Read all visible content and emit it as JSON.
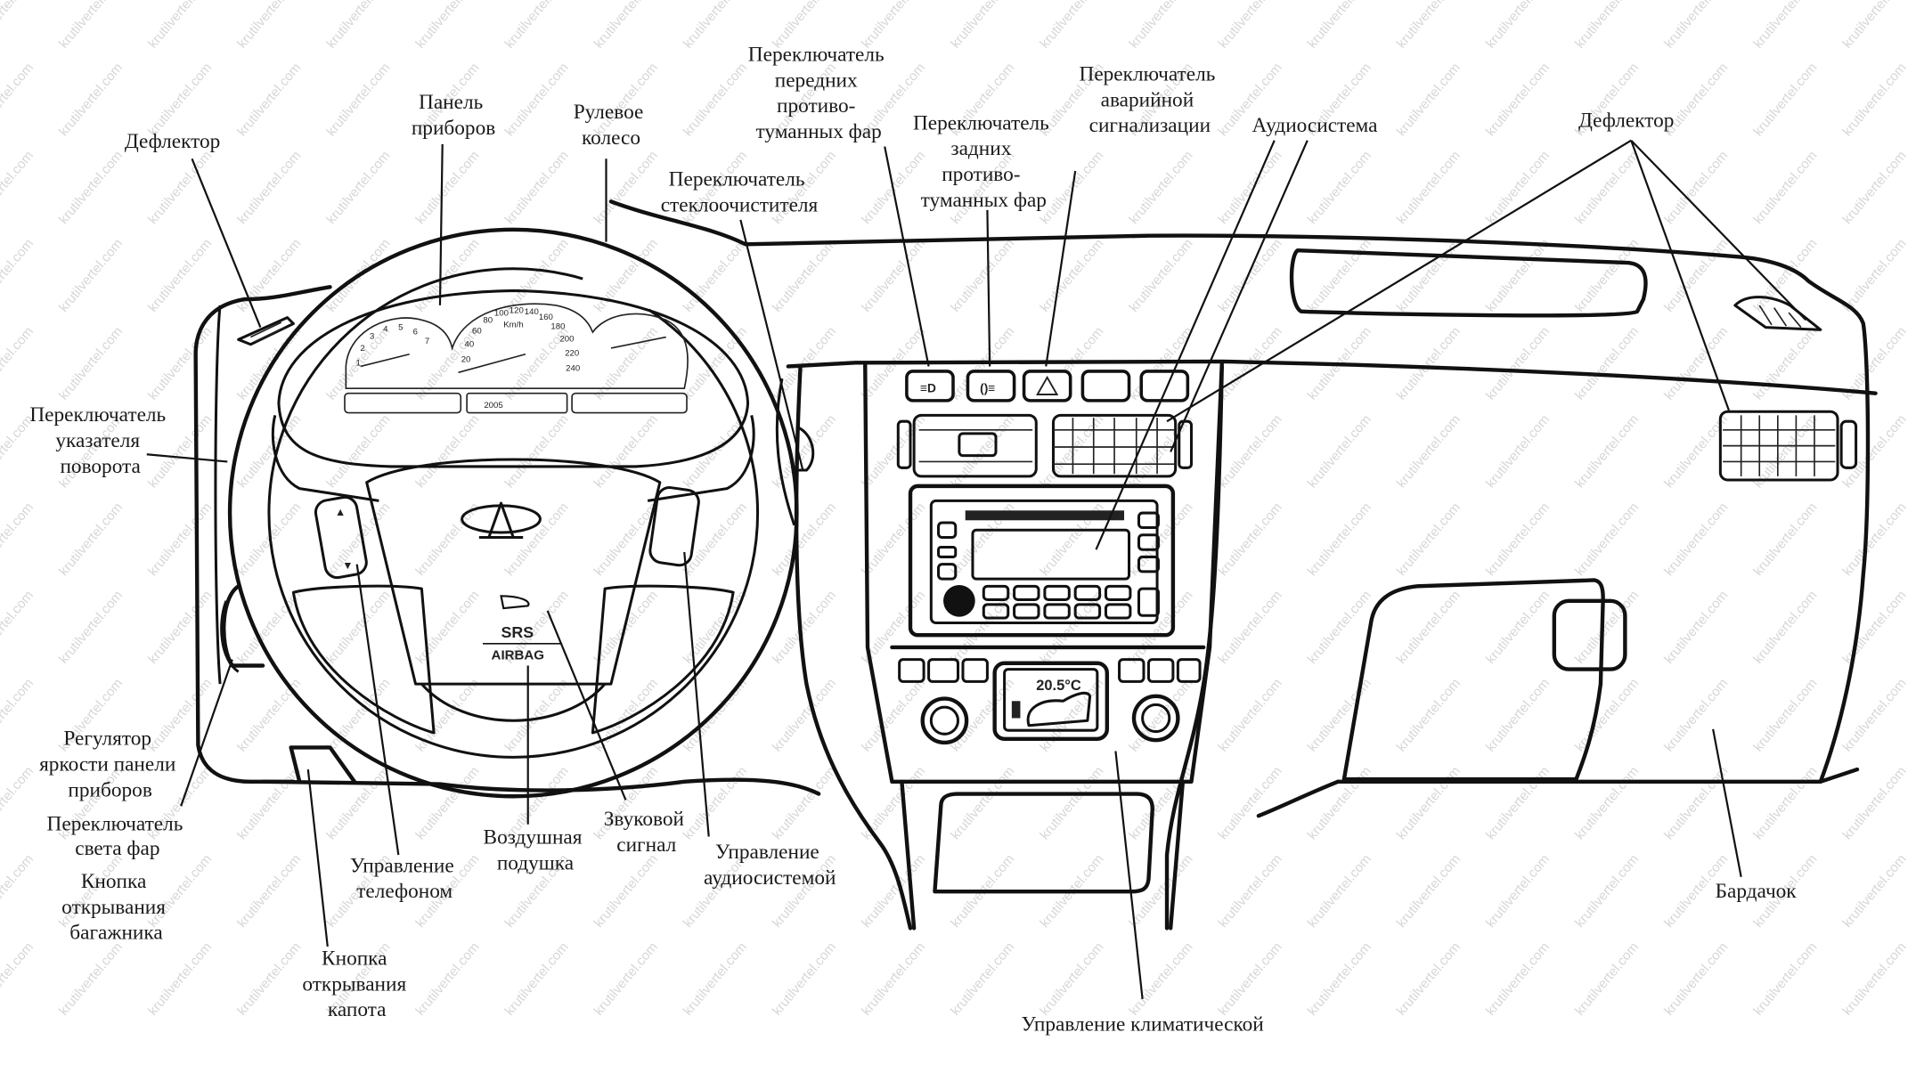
{
  "watermark": "krutilvertel.com",
  "labels": {
    "deflector_left": [
      "Дефлектор"
    ],
    "instrument_panel": [
      "Панель",
      "приборов"
    ],
    "steering_wheel": [
      "Рулевое",
      "колесо"
    ],
    "wiper_switch": [
      "Переключатель",
      "стеклоочистителя"
    ],
    "front_fog_switch": [
      "Переключатель",
      "передних",
      "противо-",
      "туманных фар"
    ],
    "rear_fog_switch": [
      "Переключатель",
      "задних",
      "противо-",
      "туманных фар"
    ],
    "hazard_switch": [
      "Переключатель",
      "аварийной",
      "сигнализации"
    ],
    "audio_system": [
      "Аудиосистема"
    ],
    "deflector_right": [
      "Дефлектор"
    ],
    "turn_signal_switch": [
      "Переключатель",
      "указателя",
      "поворота"
    ],
    "dimmer": [
      "Регулятор",
      "яркости панели",
      "приборов"
    ],
    "headlight_switch": [
      "Переключатель",
      "света фар"
    ],
    "trunk_button": [
      "Кнопка",
      "открывания",
      "багажника"
    ],
    "hood_button": [
      "Кнопка",
      "открывания",
      "капота"
    ],
    "phone_control": [
      "Управление",
      "телефоном"
    ],
    "airbag": [
      "Воздушная",
      "подушка"
    ],
    "horn": [
      "Звуковой",
      "сигнал"
    ],
    "audio_control": [
      "Управление",
      "аудиосистемой"
    ],
    "climate_control": [
      "Управление климатической"
    ],
    "glovebox": [
      "Бардачок"
    ]
  },
  "wheel": {
    "srs": "SRS",
    "airbag": "AIRBAG"
  },
  "cluster": {
    "tach_ticks": [
      "1",
      "2",
      "3",
      "4",
      "5",
      "6",
      "7"
    ],
    "speed_ticks": [
      "20",
      "40",
      "60",
      "80",
      "100",
      "120",
      "140",
      "160",
      "180",
      "200",
      "220",
      "240"
    ],
    "speed_unit": "Km/h",
    "odometer": "2005"
  },
  "climate": {
    "temperature": "20.5°C"
  }
}
